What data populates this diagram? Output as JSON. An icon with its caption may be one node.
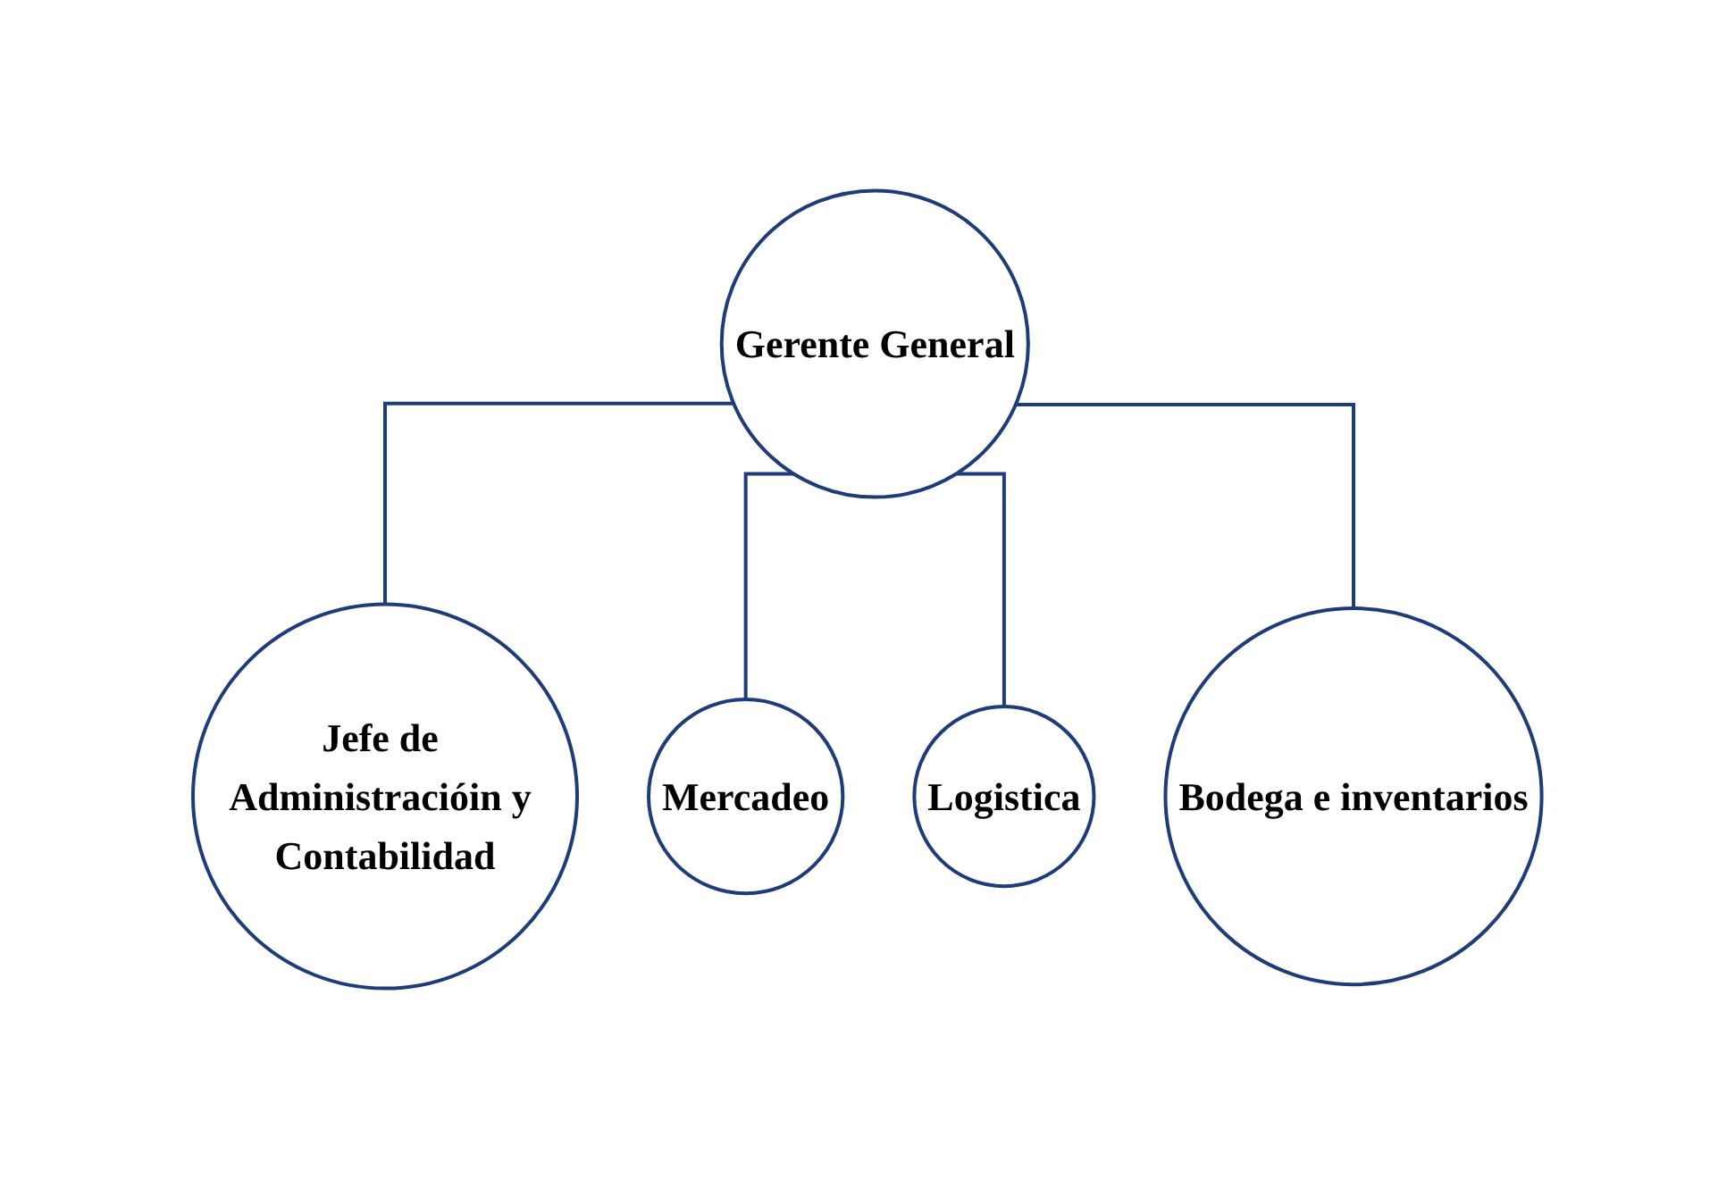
{
  "diagram": {
    "nodes": [
      {
        "text": [
          "Gerente General"
        ]
      },
      {
        "text": [
          "Jefe de Administracióin y Contabilidad"
        ]
      },
      {
        "text": [
          "Mercadeo"
        ]
      },
      {
        "text": [
          "Logistica"
        ]
      },
      {
        "text": [
          "Bodega e inventarios"
        ]
      }
    ],
    "edges": [
      {
        "from": 0,
        "to": 1,
        "arrow": "none"
      },
      {
        "from": 0,
        "to": 2,
        "arrow": "none"
      },
      {
        "from": 0,
        "to": 3,
        "arrow": "none"
      },
      {
        "from": 0,
        "to": 4,
        "arrow": "none"
      }
    ]
  }
}
